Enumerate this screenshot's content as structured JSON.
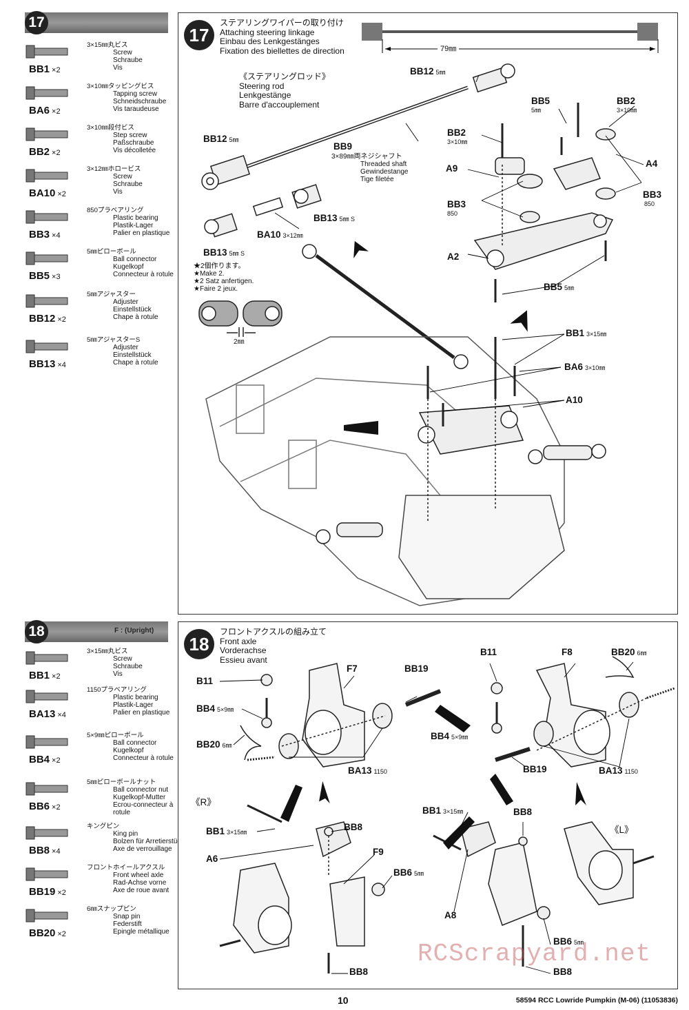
{
  "page_number": "10",
  "footer_right": "58594 RCC Lowride Pumpkin (M-06) (11053836)",
  "watermark": "RCScrapyard.net",
  "step17": {
    "number": "17",
    "title_jp": "ステアリングワイパーの取り付け",
    "title_en": "Attaching steering linkage",
    "title_de": "Einbau des Lenkgestänges",
    "title_fr": "Fixation des biellettes de direction",
    "parts": [
      {
        "code": "BB1",
        "qty": "×2",
        "jp": "3×15㎜丸ビス",
        "lines": [
          "Screw",
          "Schraube",
          "Vis"
        ]
      },
      {
        "code": "BA6",
        "qty": "×2",
        "jp": "3×10㎜タッピングビス",
        "lines": [
          "Tapping screw",
          "Schneidschraube",
          "Vis taraudeuse"
        ]
      },
      {
        "code": "BB2",
        "qty": "×2",
        "jp": "3×10㎜段付ビス",
        "lines": [
          "Step screw",
          "Paßschraube",
          "Vis décolletée"
        ]
      },
      {
        "code": "BA10",
        "qty": "×2",
        "jp": "3×12㎜ホロービス",
        "lines": [
          "Screw",
          "Schraube",
          "Vis"
        ]
      },
      {
        "code": "BB3",
        "qty": "×4",
        "jp": "850プラベアリング",
        "lines": [
          "Plastic bearing",
          "Plastik-Lager",
          "Palier en plastique"
        ]
      },
      {
        "code": "BB5",
        "qty": "×3",
        "jp": "5㎜ピローボール",
        "lines": [
          "Ball connector",
          "Kugelkopf",
          "Connecteur à rotule"
        ]
      },
      {
        "code": "BB12",
        "qty": "×2",
        "jp": "5㎜アジャスター",
        "lines": [
          "Adjuster",
          "Einstellstück",
          "Chape à rotule"
        ]
      },
      {
        "code": "BB13",
        "qty": "×4",
        "jp": "5㎜アジャスターS",
        "lines": [
          "Adjuster",
          "Einstellstück",
          "Chape à rotule"
        ]
      }
    ],
    "rod_length": "79㎜",
    "rod_title_jp": "《ステアリングロッド》",
    "rod_title_en": "Steering rod",
    "rod_title_de": "Lenkgestänge",
    "rod_title_fr": "Barre d'accouplement",
    "bb9_spec": "3×89㎜両ネジシャフト",
    "bb9_lines": [
      "Threaded shaft",
      "Gewindestange",
      "Tige filetée"
    ],
    "make2": [
      "★2個作ります。",
      "★Make 2.",
      "★2 Satz anfertigen.",
      "★Faire 2 jeux."
    ],
    "gap": "2㎜",
    "labels": {
      "bb12a": "BB12",
      "bb12a_sub": "5㎜",
      "bb12b": "BB12",
      "bb12b_sub": "5㎜",
      "bb9": "BB9",
      "bb13a": "BB13",
      "bb13a_sub": "5㎜ S",
      "bb13b": "BB13",
      "bb13b_sub": "5㎜ S",
      "ba10": "BA10",
      "ba10_sub": "3×12㎜",
      "bb5": "BB5",
      "bb5_sub": "5㎜",
      "bb2a": "BB2",
      "bb2a_sub": "3×10㎜",
      "bb2b": "BB2",
      "bb2b_sub": "3×10㎜",
      "a4": "A4",
      "a9": "A9",
      "a2": "A2",
      "a10": "A10",
      "bb3a": "BB3",
      "bb3a_sub": "850",
      "bb3b": "BB3",
      "bb3b_sub": "850",
      "bb5b": "BB5",
      "bb5b_sub": "5㎜",
      "bb1": "BB1",
      "bb1_sub": "3×15㎜",
      "ba6": "BA6",
      "ba6_sub": "3×10㎜"
    }
  },
  "step18": {
    "number": "18",
    "bag": "F : (Upright)",
    "title_jp": "フロントアクスルの組み立て",
    "title_en": "Front axle",
    "title_de": "Vorderachse",
    "title_fr": "Essieu avant",
    "parts": [
      {
        "code": "BB1",
        "qty": "×2",
        "jp": "3×15㎜丸ビス",
        "lines": [
          "Screw",
          "Schraube",
          "Vis"
        ]
      },
      {
        "code": "BA13",
        "qty": "×4",
        "jp": "1150プラベアリング",
        "lines": [
          "Plastic bearing",
          "Plastik-Lager",
          "Palier en plastique"
        ]
      },
      {
        "code": "BB4",
        "qty": "×2",
        "jp": "5×9㎜ピローボール",
        "lines": [
          "Ball connector",
          "Kugelkopf",
          "Connecteur à rotule"
        ]
      },
      {
        "code": "BB6",
        "qty": "×2",
        "jp": "5㎜ピローボールナット",
        "lines": [
          "Ball connector nut",
          "Kugelkopf-Mutter",
          "Ecrou-connecteur à",
          "rotule"
        ]
      },
      {
        "code": "BB8",
        "qty": "×4",
        "jp": "キングピン",
        "lines": [
          "King pin",
          "Bolzen für Arretierstück",
          "Axe de verrouillage"
        ]
      },
      {
        "code": "BB19",
        "qty": "×2",
        "jp": "フロントホイールアクスル",
        "lines": [
          "Front wheel axle",
          "Rad-Achse vorne",
          "Axe de roue avant"
        ]
      },
      {
        "code": "BB20",
        "qty": "×2",
        "jp": "6㎜スナップピン",
        "lines": [
          "Snap pin",
          "Federstift",
          "Epingle métallique"
        ]
      }
    ],
    "labels": {
      "b11a": "B11",
      "bb4a": "BB4",
      "bb4a_sub": "5×9㎜",
      "bb20a": "BB20",
      "bb20a_sub": "6㎜",
      "f7": "F7",
      "bb19a": "BB19",
      "ba13a": "BA13",
      "ba13a_sub": "1150",
      "bb4b": "BB4",
      "bb4b_sub": "5×9㎜",
      "b11b": "B11",
      "f8": "F8",
      "bb20b": "BB20",
      "bb20b_sub": "6㎜",
      "bb19b": "BB19",
      "ba13b": "BA13",
      "ba13b_sub": "1150",
      "r": "《R》",
      "l": "《L》",
      "bb1a": "BB1",
      "bb1a_sub": "3×15㎜",
      "a6": "A6",
      "bb8a": "BB8",
      "f9": "F9",
      "bb6a": "BB6",
      "bb6a_sub": "5㎜",
      "bb8b": "BB8",
      "bb1b": "BB1",
      "bb1b_sub": "3×15㎜",
      "bb8c": "BB8",
      "a8": "A8",
      "bb6b": "BB6",
      "bb6b_sub": "5㎜",
      "bb8d": "BB8"
    }
  }
}
